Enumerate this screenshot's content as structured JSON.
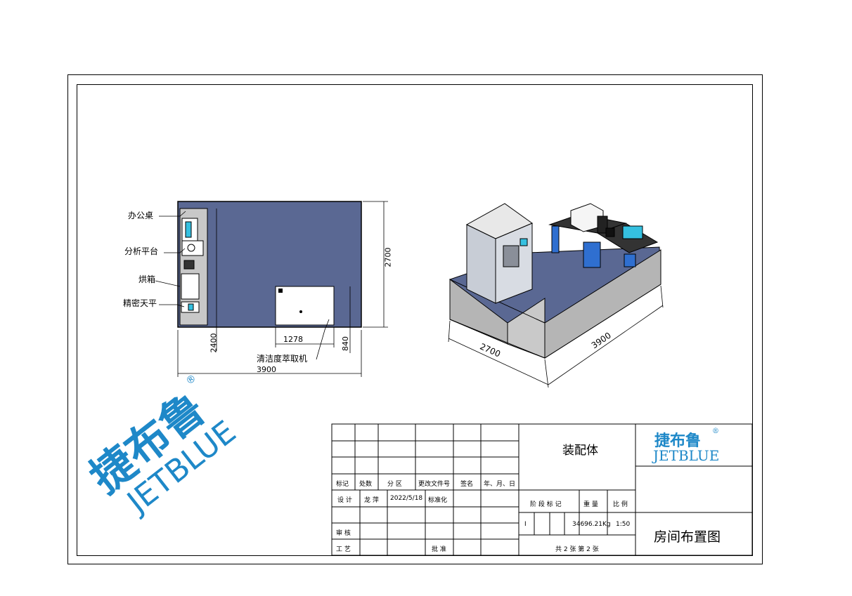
{
  "plan": {
    "labels": {
      "desk": "办公桌",
      "platform": "分析平台",
      "oven": "烘箱",
      "balance": "精密天平",
      "machine": "清洁度萃取机"
    },
    "dims": {
      "room_width": "3900",
      "room_depth": "2700",
      "inner_depth": "2400",
      "machine_w": "1278",
      "machine_d": "840"
    }
  },
  "iso": {
    "dims": {
      "width": "2700",
      "length": "3900"
    }
  },
  "logo": {
    "cn": "捷布鲁",
    "en": "JETBLUE",
    "reg": "®"
  },
  "title_block": {
    "hdr": [
      "标记",
      "处数",
      "分 区",
      "更改文件号",
      "签名",
      "年、月、日"
    ],
    "design_label": "设 计",
    "designer": "龙 萍",
    "date": "2022/5/18",
    "std_label": "标准化",
    "review_label": "审 核",
    "process_label": "工 艺",
    "approve_label": "批 准",
    "assembly": "装配体",
    "stage_label": "阶 段 标 记",
    "weight_label": "重 量",
    "scale_label": "比 例",
    "stage": "I",
    "weight": "34696.21Kg",
    "scale": "1:50",
    "sheets": "共 2 张 第 2 张",
    "drawing_title": "房间布置图",
    "brand_cn": "捷布鲁",
    "brand_en": "JETBLUE",
    "brand_reg": "®"
  },
  "colors": {
    "floor": "#5a6893",
    "brand": "#1e88c8",
    "wall": "#b5b5b5"
  }
}
